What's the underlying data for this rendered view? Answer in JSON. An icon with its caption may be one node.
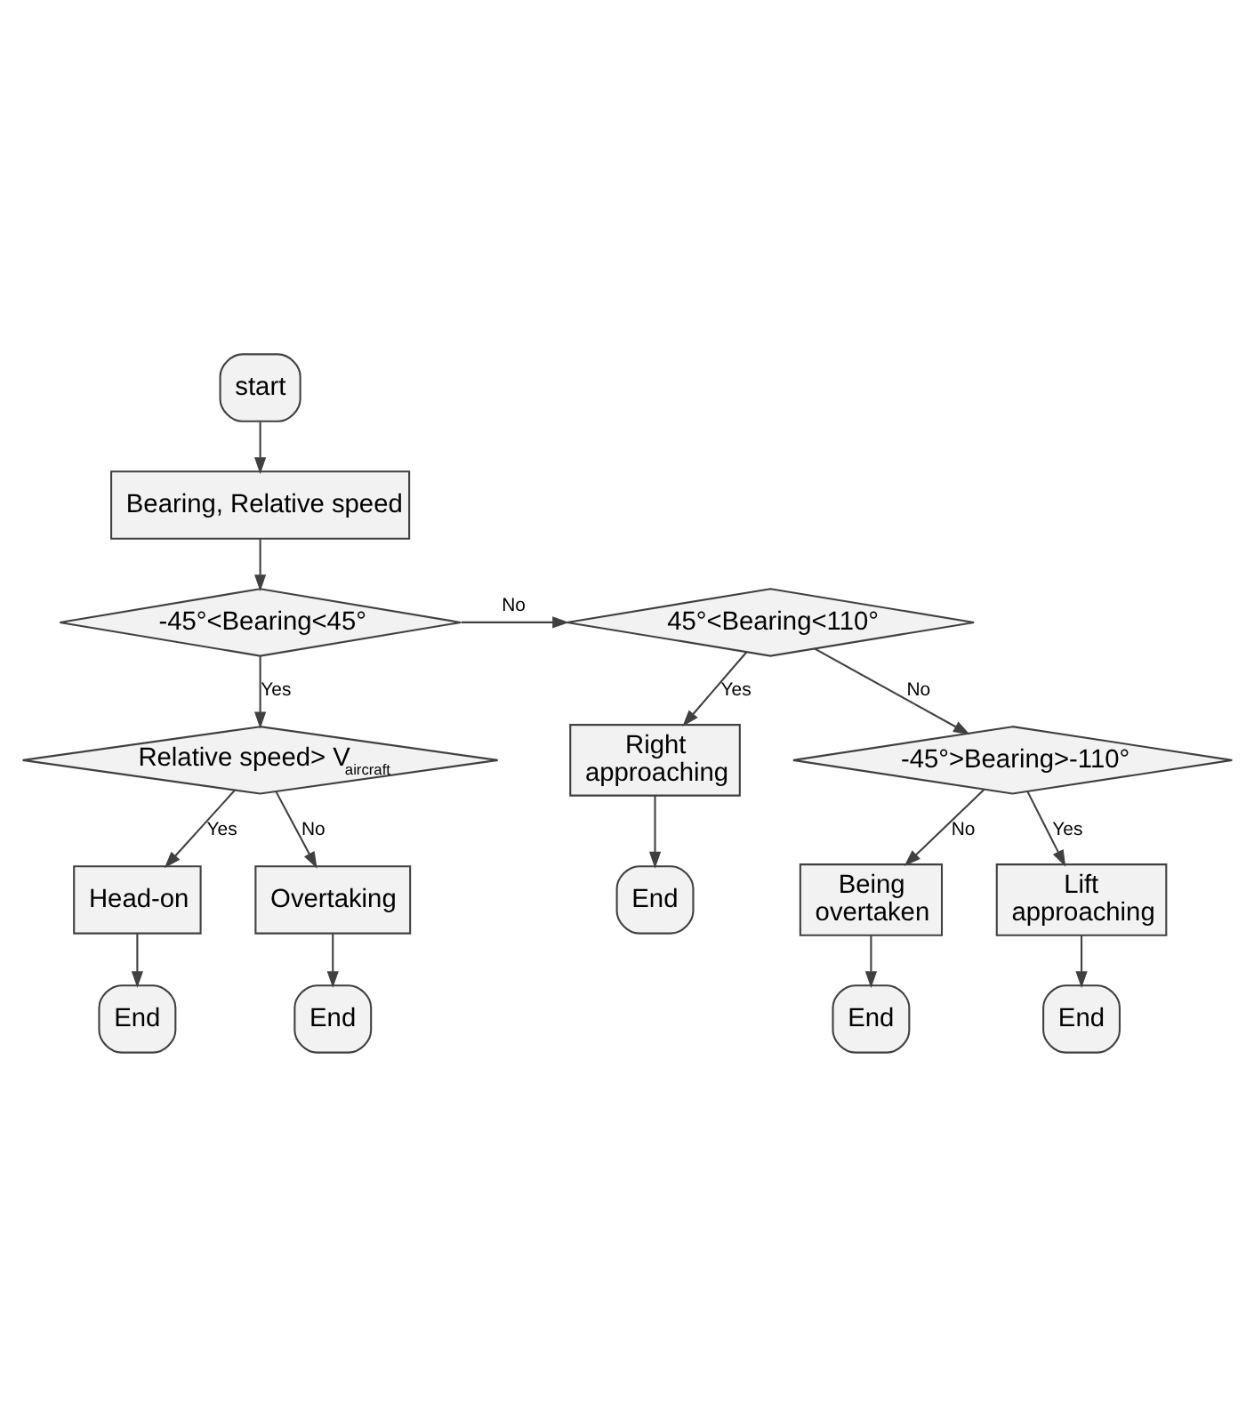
{
  "diagram": {
    "nodes": [
      {
        "text": [
          "start"
        ]
      },
      {
        "text": [
          "Bearing, Relative speed"
        ]
      },
      {
        "text": [
          "-45°<Bearing<45°"
        ]
      },
      {
        "text": [
          "45°<Bearing<110°"
        ]
      },
      {
        "text": [
          "Relative speed> V$_{aircraft}$"
        ]
      },
      {
        "text": [
          "Right approaching"
        ]
      },
      {
        "text": [
          "End"
        ]
      },
      {
        "text": [
          "-45°>Bearing>-110°"
        ]
      },
      {
        "text": [
          "Head-on"
        ]
      },
      {
        "text": [
          "Overtaking"
        ]
      },
      {
        "text": [
          "Being overtaken"
        ]
      },
      {
        "text": [
          "Lift approaching"
        ]
      },
      {
        "text": [
          "End"
        ]
      },
      {
        "text": [
          "End"
        ]
      },
      {
        "text": [
          "End"
        ]
      },
      {
        "text": [
          "End"
        ]
      }
    ],
    "edges": [
      {
        "from": 0,
        "to": 1,
        "arrow": "to"
      },
      {
        "from": 1,
        "to": 2,
        "arrow": "to"
      },
      {
        "from": 2,
        "to": 3,
        "arrow": "to",
        "label": "No"
      },
      {
        "from": 2,
        "to": 4,
        "arrow": "to",
        "label": "Yes"
      },
      {
        "from": 3,
        "to": 5,
        "arrow": "to",
        "label": "Yes"
      },
      {
        "from": 3,
        "to": 7,
        "arrow": "to",
        "label": "No"
      },
      {
        "from": 5,
        "to": 6,
        "arrow": "to"
      },
      {
        "from": 4,
        "to": 8,
        "arrow": "to",
        "label": "Yes"
      },
      {
        "from": 4,
        "to": 9,
        "arrow": "to",
        "label": "No"
      },
      {
        "from": 7,
        "to": 10,
        "arrow": "to",
        "label": "No"
      },
      {
        "from": 7,
        "to": 11,
        "arrow": "to",
        "label": "Yes"
      },
      {
        "from": 8,
        "to": 12,
        "arrow": "to"
      },
      {
        "from": 9,
        "to": 13,
        "arrow": "to"
      },
      {
        "from": 10,
        "to": 14,
        "arrow": "to"
      },
      {
        "from": 11,
        "to": 15,
        "arrow": "to"
      }
    ]
  }
}
